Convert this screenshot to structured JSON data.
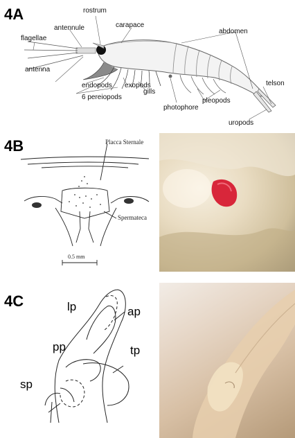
{
  "panel_4a": {
    "tag": "4A",
    "labels": {
      "rostrum": "rostrum",
      "carapace": "carapace",
      "abdomen": "abdomen",
      "antennule": "antennule",
      "flagellae": "flagellae",
      "antenna": "antenna",
      "endopods": "endopods",
      "exopods": "exopods",
      "pereiopods": "6 pereiopods",
      "gills": "gills",
      "photophore": "photophore",
      "pleopods": "pleopods",
      "telson": "telson",
      "uropods": "uropods"
    }
  },
  "panel_4b": {
    "tag": "4B",
    "labels": {
      "placca": "Placca Sternale",
      "spermateca": "Spermateca",
      "scale": "0.5 mm"
    }
  },
  "panel_4c": {
    "tag": "4C",
    "labels": {
      "lp": "lp",
      "ap": "ap",
      "pp": "pp",
      "tp": "tp",
      "sp": "sp"
    }
  }
}
